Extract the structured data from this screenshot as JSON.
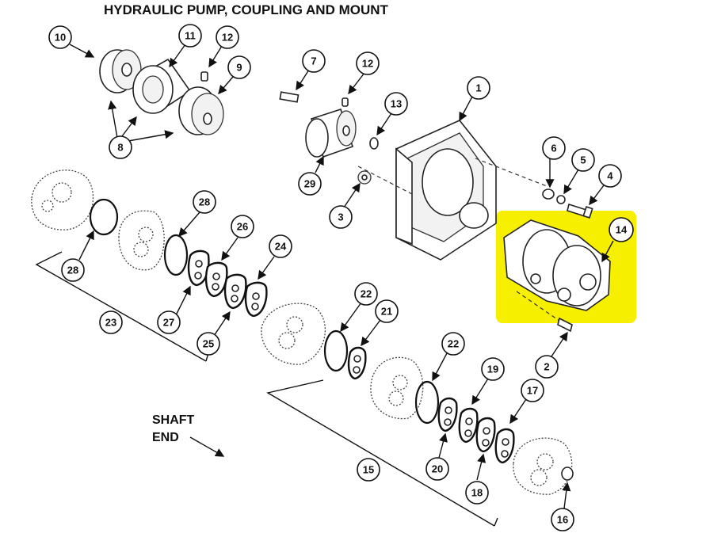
{
  "title": "HYDRAULIC PUMP, COUPLING AND MOUNT",
  "shaft_label": {
    "line1": "SHAFT",
    "line2": "END"
  },
  "highlight_color": "#f7ef00",
  "callouts": {
    "c10": "10",
    "c11": "11",
    "c12a": "12",
    "c9": "9",
    "c8": "8",
    "c7": "7",
    "c12b": "12",
    "c13": "13",
    "c29": "29",
    "c3": "3",
    "c1": "1",
    "c6": "6",
    "c5": "5",
    "c4": "4",
    "c14": "14",
    "c2": "2",
    "c28a": "28",
    "c28b": "28",
    "c26": "26",
    "c24": "24",
    "c27": "27",
    "c25": "25",
    "c23": "23",
    "c22a": "22",
    "c21": "21",
    "c22b": "22",
    "c19": "19",
    "c17": "17",
    "c20": "20",
    "c18": "18",
    "c15": "15",
    "c16": "16"
  }
}
